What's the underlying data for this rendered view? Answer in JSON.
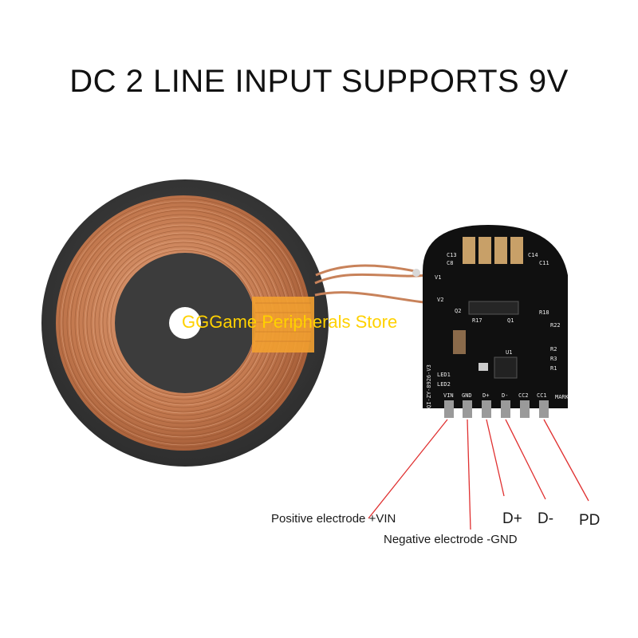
{
  "title": "DC 2 LINE INPUT SUPPORTS 9V",
  "watermark": "GGGame Peripherals Store",
  "board": {
    "code": "QI-ZY-8926-V3",
    "labels": [
      "C13",
      "C8",
      "C14",
      "C11",
      "V1",
      "V2",
      "Q2",
      "R17",
      "Q1",
      "R18",
      "R22",
      "R2",
      "R3",
      "R1",
      "U1",
      "LED1",
      "LED2",
      "VIN",
      "GND",
      "D+",
      "D-",
      "CC2",
      "CC1",
      "MARK"
    ]
  },
  "callouts": {
    "vin": "Positive electrode +VIN",
    "gnd": "Negative electrode -GND",
    "dplus": "D+",
    "dminus": "D-",
    "pd": "PD"
  },
  "colors": {
    "pad": "#3a3a3a",
    "copper": "#c8825a",
    "tape": "#f2a030",
    "pcb": "#101010",
    "leader": "#e03030"
  }
}
